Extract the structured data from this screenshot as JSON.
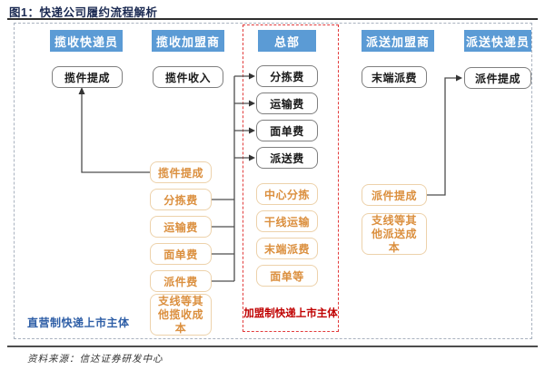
{
  "title": "图1：快递公司履约流程解析",
  "source_note": "资料来源：信达证券研发中心",
  "legend": {
    "direct_label": "直营制快递上市主体",
    "franchise_label": "加盟制快递上市主体"
  },
  "columns": [
    {
      "header": "揽收快递员",
      "boxes": {
        "gray": [
          "揽件提成"
        ],
        "orange": []
      }
    },
    {
      "header": "揽收加盟商",
      "boxes": {
        "gray": [
          "揽件收入"
        ],
        "orange": [
          "揽件提成",
          "分拣费",
          "运输费",
          "面单费",
          "派件费",
          "支线等其他揽收成本"
        ]
      }
    },
    {
      "header": "总部",
      "boxes": {
        "gray": [
          "分拣费",
          "运输费",
          "面单费",
          "派送费"
        ],
        "orange": [
          "中心分拣",
          "干线运输",
          "末端派费",
          "面单等"
        ]
      }
    },
    {
      "header": "派送加盟商",
      "boxes": {
        "gray": [
          "末端派费"
        ],
        "orange": [
          "派件提成",
          "支线等其他派送成本"
        ]
      }
    },
    {
      "header": "派送快递员",
      "boxes": {
        "gray": [
          "派件提成"
        ],
        "orange": []
      }
    }
  ],
  "colors": {
    "header_bg": "#5B9BD5",
    "gray_box_border": "#7f7f7f",
    "orange_box_border": "#EDD2AB",
    "orange_text": "#DB8F3E",
    "red_frame": "#E23B3B",
    "direct_label_color": "#2F5FA7",
    "franchise_label_color": "#C00000"
  }
}
